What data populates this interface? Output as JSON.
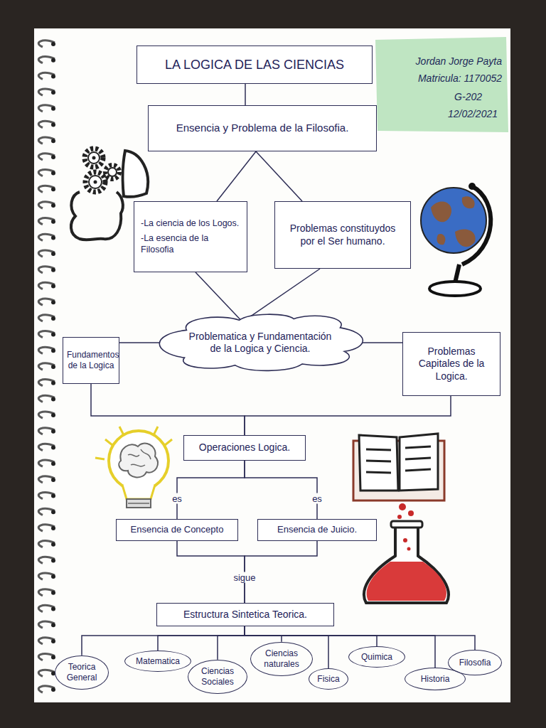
{
  "diagram": {
    "nodes": [
      {
        "text": [
          "LA LOGICA DE LAS CIENCIAS"
        ]
      },
      {
        "text": [
          "Ensencia y Problema de la Filosofia."
        ]
      },
      {
        "text": [
          "-La ciencia de los Logos.",
          "-La esencia de la Filosofia"
        ]
      },
      {
        "text": [
          "Problemas constituydos por el Ser humano."
        ]
      },
      {
        "text": [
          "Problematica y Fundamentación de la Logica y Ciencia."
        ]
      },
      {
        "text": [
          "Fundamentos de la Logica"
        ]
      },
      {
        "text": [
          "Problemas Capitales de la Logica."
        ]
      },
      {
        "text": [
          "Operaciones Logica."
        ]
      },
      {
        "text": [
          "Ensencia de Concepto"
        ]
      },
      {
        "text": [
          "Ensencia de Juicio."
        ]
      },
      {
        "text": [
          "Estructura Sintetica Teorica."
        ]
      },
      {
        "text": [
          "Teorica General"
        ]
      },
      {
        "text": [
          "Matematica"
        ]
      },
      {
        "text": [
          "Ciencias Sociales"
        ]
      },
      {
        "text": [
          "Ciencias naturales"
        ]
      },
      {
        "text": [
          "Fisica"
        ]
      },
      {
        "text": [
          "Quimica"
        ]
      },
      {
        "text": [
          "Historia"
        ]
      },
      {
        "text": [
          "Filosofia"
        ]
      }
    ],
    "edges": [
      {
        "from": 0,
        "to": 1,
        "arrow": "none"
      },
      {
        "from": 1,
        "to": 2,
        "arrow": "none"
      },
      {
        "from": 1,
        "to": 3,
        "arrow": "none"
      },
      {
        "from": 2,
        "to": 4,
        "arrow": "none"
      },
      {
        "from": 3,
        "to": 4,
        "arrow": "none"
      },
      {
        "from": 4,
        "to": 5,
        "arrow": "none"
      },
      {
        "from": 4,
        "to": 6,
        "arrow": "none"
      },
      {
        "from": 5,
        "to": 7,
        "arrow": "none"
      },
      {
        "from": 6,
        "to": 7,
        "arrow": "none"
      },
      {
        "from": 7,
        "to": 8,
        "label": "es",
        "arrow": "none"
      },
      {
        "from": 7,
        "to": 9,
        "label": "es",
        "arrow": "none"
      },
      {
        "from": 8,
        "to": 10,
        "label": "sigue",
        "arrow": "none"
      },
      {
        "from": 9,
        "to": 10,
        "arrow": "none"
      },
      {
        "from": 10,
        "to": 11,
        "arrow": "none"
      },
      {
        "from": 10,
        "to": 12,
        "arrow": "none"
      },
      {
        "from": 10,
        "to": 13,
        "arrow": "none"
      },
      {
        "from": 10,
        "to": 14,
        "arrow": "none"
      },
      {
        "from": 10,
        "to": 15,
        "arrow": "none"
      },
      {
        "from": 10,
        "to": 16,
        "arrow": "none"
      },
      {
        "from": 10,
        "to": 17,
        "arrow": "none"
      },
      {
        "from": 10,
        "to": 18,
        "arrow": "none"
      }
    ],
    "labels": [
      "Jordan Jorge Payta",
      "Matricula: 1170052",
      "G-202",
      "12/02/2021"
    ]
  }
}
